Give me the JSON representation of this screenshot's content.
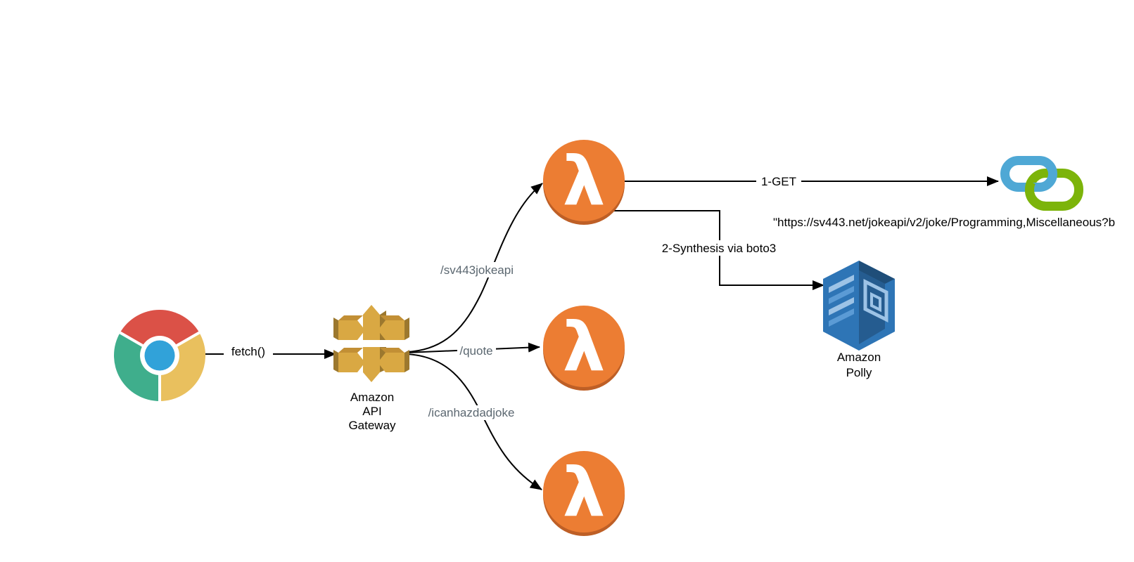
{
  "colors": {
    "line": "#000000",
    "route-label": "#5b6770",
    "lambda-orange": "#EC7D33",
    "lambda-rim": "#BE5F26",
    "gateway-gold": "#D9A843",
    "gateway-gold-mid": "#C28F35",
    "gateway-gold-dark": "#9C782E",
    "polly-blue": "#2E75B6",
    "polly-blue-deep": "#255C90",
    "polly-blue-dark": "#1F4E79",
    "polly-blue-light": "#9DC3E6",
    "polly-blue-mid": "#5B9BD5",
    "chrome-red": "#DB5147",
    "chrome-green": "#3FAE8C",
    "chrome-yellow": "#E9C05E",
    "chrome-blue": "#31A2D9",
    "link-blue": "#4FA8D5",
    "link-green": "#7CB40A"
  },
  "icons": {
    "browser": "chrome-browser-icon",
    "api_gateway": "amazon-api-gateway-icon",
    "lambda": "aws-lambda-icon",
    "lambda_glyph": "λ",
    "polly": "amazon-polly-icon",
    "link": "chain-link-icon"
  },
  "nodes": {
    "api_gateway": {
      "label_lines": [
        "Amazon",
        "API",
        "Gateway"
      ]
    },
    "polly": {
      "label_lines": [
        "Amazon",
        "Polly"
      ]
    },
    "url_link": {
      "caption": "\"https://sv443.net/jokeapi/v2/joke/Programming,Miscellaneous?b"
    }
  },
  "edges": {
    "fetch": {
      "label": "fetch()"
    },
    "route_sv443jokeapi": {
      "label": "/sv443jokeapi"
    },
    "route_quote": {
      "label": "/quote"
    },
    "route_icanhazdadjoke": {
      "label": "/icanhazdadjoke"
    },
    "get": {
      "label": "1-GET"
    },
    "synthesis": {
      "label": "2-Synthesis via boto3"
    }
  }
}
